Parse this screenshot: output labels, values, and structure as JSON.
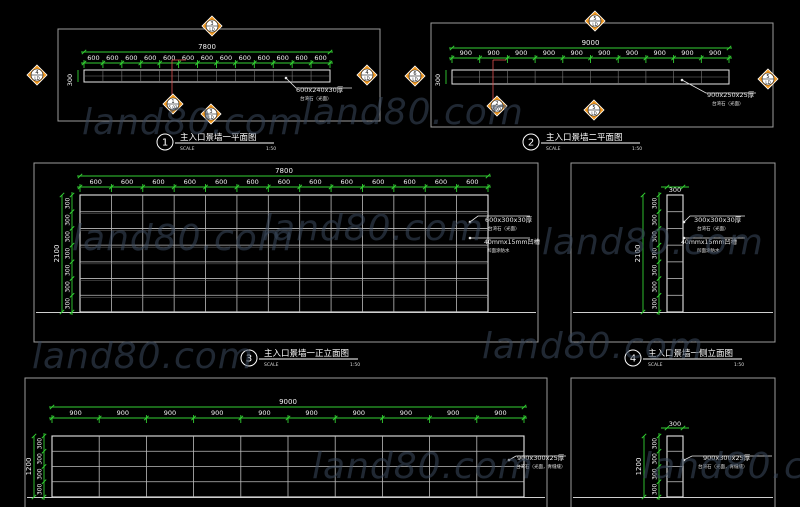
{
  "colors": {
    "background": "#000000",
    "frame": "#9c9c9c",
    "wall": "#e6e6e6",
    "dimension": "#33d033",
    "text": "#f2f2f2",
    "note": "#e8e8e8",
    "tag_fill": "#f29a22",
    "tag_text": "#1a0e00",
    "watermark": "#3b4a5e"
  },
  "watermark": "land80.com",
  "plan1": {
    "overall": "7800",
    "module": "600",
    "module_count": 13,
    "depth": "300",
    "callout_size": "600x240x30厚",
    "callout_material": "台湾石（光面）",
    "tags": [
      {
        "num": "3",
        "ref": "LD"
      },
      {
        "num": "4",
        "ref": "LD"
      },
      {
        "num": "4",
        "ref": "LD"
      },
      {
        "num": "1",
        "ref": "5.02"
      },
      {
        "num": "3",
        "ref": "LD"
      }
    ]
  },
  "plan2": {
    "overall": "9000",
    "module": "900",
    "module_count": 10,
    "depth": "300",
    "callout_size": "900x250x25厚",
    "callout_material": "台湾石（光面）",
    "tags": [
      {
        "num": "5",
        "ref": "LD"
      },
      {
        "num": "6",
        "ref": "LD"
      },
      {
        "num": "5",
        "ref": "LD"
      },
      {
        "num": "2",
        "ref": "5.02"
      },
      {
        "num": "5",
        "ref": "LD"
      }
    ]
  },
  "elev3": {
    "overall": "7800",
    "module": "600",
    "module_count": 13,
    "height": "2100",
    "row_dim": "300",
    "row_count": 7,
    "callout1_size": "600x300x30厚",
    "callout1_material": "台湾石（光面）",
    "callout2": "40mmx15mm凹槽",
    "callout2_sub": "凹面涂防水"
  },
  "side4": {
    "width": "300",
    "height": "2100",
    "row_dim": "300",
    "row_count": 7,
    "callout1_size": "300x300x30厚",
    "callout1_material": "台湾石（光面）",
    "callout2": "40mmx15mm凹槽",
    "callout2_sub": "凹面涂防水"
  },
  "elev5": {
    "overall": "9000",
    "module": "900",
    "module_count": 10,
    "height": "1200",
    "row_dim": "300",
    "row_count": 4,
    "callout_size": "900x300x25厚",
    "callout_material": "台湾石（光面，青缝缝）"
  },
  "side6": {
    "width": "300",
    "height": "1200",
    "row_dim": "300",
    "row_count": 4,
    "callout_size": "900x300x25厚",
    "callout_material": "台湾石（光面，青缝缝）"
  },
  "titles": [
    {
      "num": "1",
      "text": "主入口景墙一平面图",
      "scale_label": "SCALE",
      "scale": "1:50"
    },
    {
      "num": "2",
      "text": "主入口景墙二平面图",
      "scale_label": "SCALE",
      "scale": "1:50"
    },
    {
      "num": "3",
      "text": "主入口景墙一正立面图",
      "scale_label": "SCALE",
      "scale": "1:50"
    },
    {
      "num": "4",
      "text": "主入口景墙一侧立面图",
      "scale_label": "SCALE",
      "scale": "1:50"
    }
  ]
}
